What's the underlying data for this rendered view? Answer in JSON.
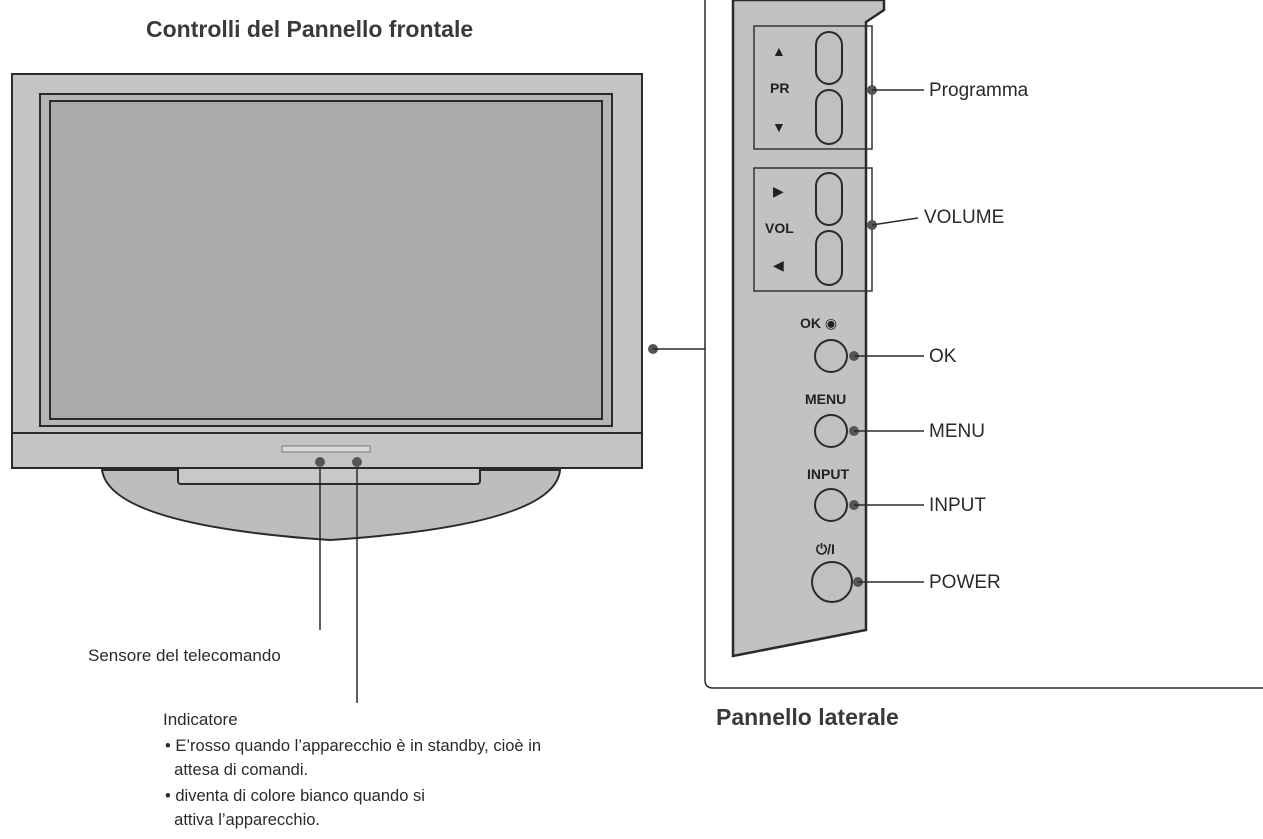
{
  "front_title": "Controlli del Pannello frontale",
  "side_title": "Pannello laterale",
  "front_callouts": {
    "remote_sensor": "Sensore del telecomando",
    "indicator_heading": "Indicatore",
    "indicator_notes": [
      "• E’rosso quando l’apparecchio è in standby, cioè in",
      "  attesa di comandi.",
      "• diventa di colore bianco quando si",
      "  attiva l’apparecchio."
    ]
  },
  "side_panel": {
    "pr_label": "PR",
    "pr_up_glyph": "▲",
    "pr_down_glyph": "▼",
    "vol_label": "VOL",
    "vol_up_glyph": "▶",
    "vol_down_glyph": "◀",
    "ok_label": "OK ◉",
    "menu_label": "MENU",
    "input_label": "INPUT",
    "power_label": "⏻/I"
  },
  "side_callouts": {
    "programma": "Programma",
    "volume": "VOLUME",
    "ok": "OK",
    "menu": "MENU",
    "input": "INPUT",
    "power": "POWER"
  },
  "colors": {
    "tv_body": "#c4c4c4",
    "tv_screen": "#ababab",
    "side_panel": "#c2c2c2",
    "button": "#c0c0c0",
    "outline": "#2a2a2a"
  }
}
